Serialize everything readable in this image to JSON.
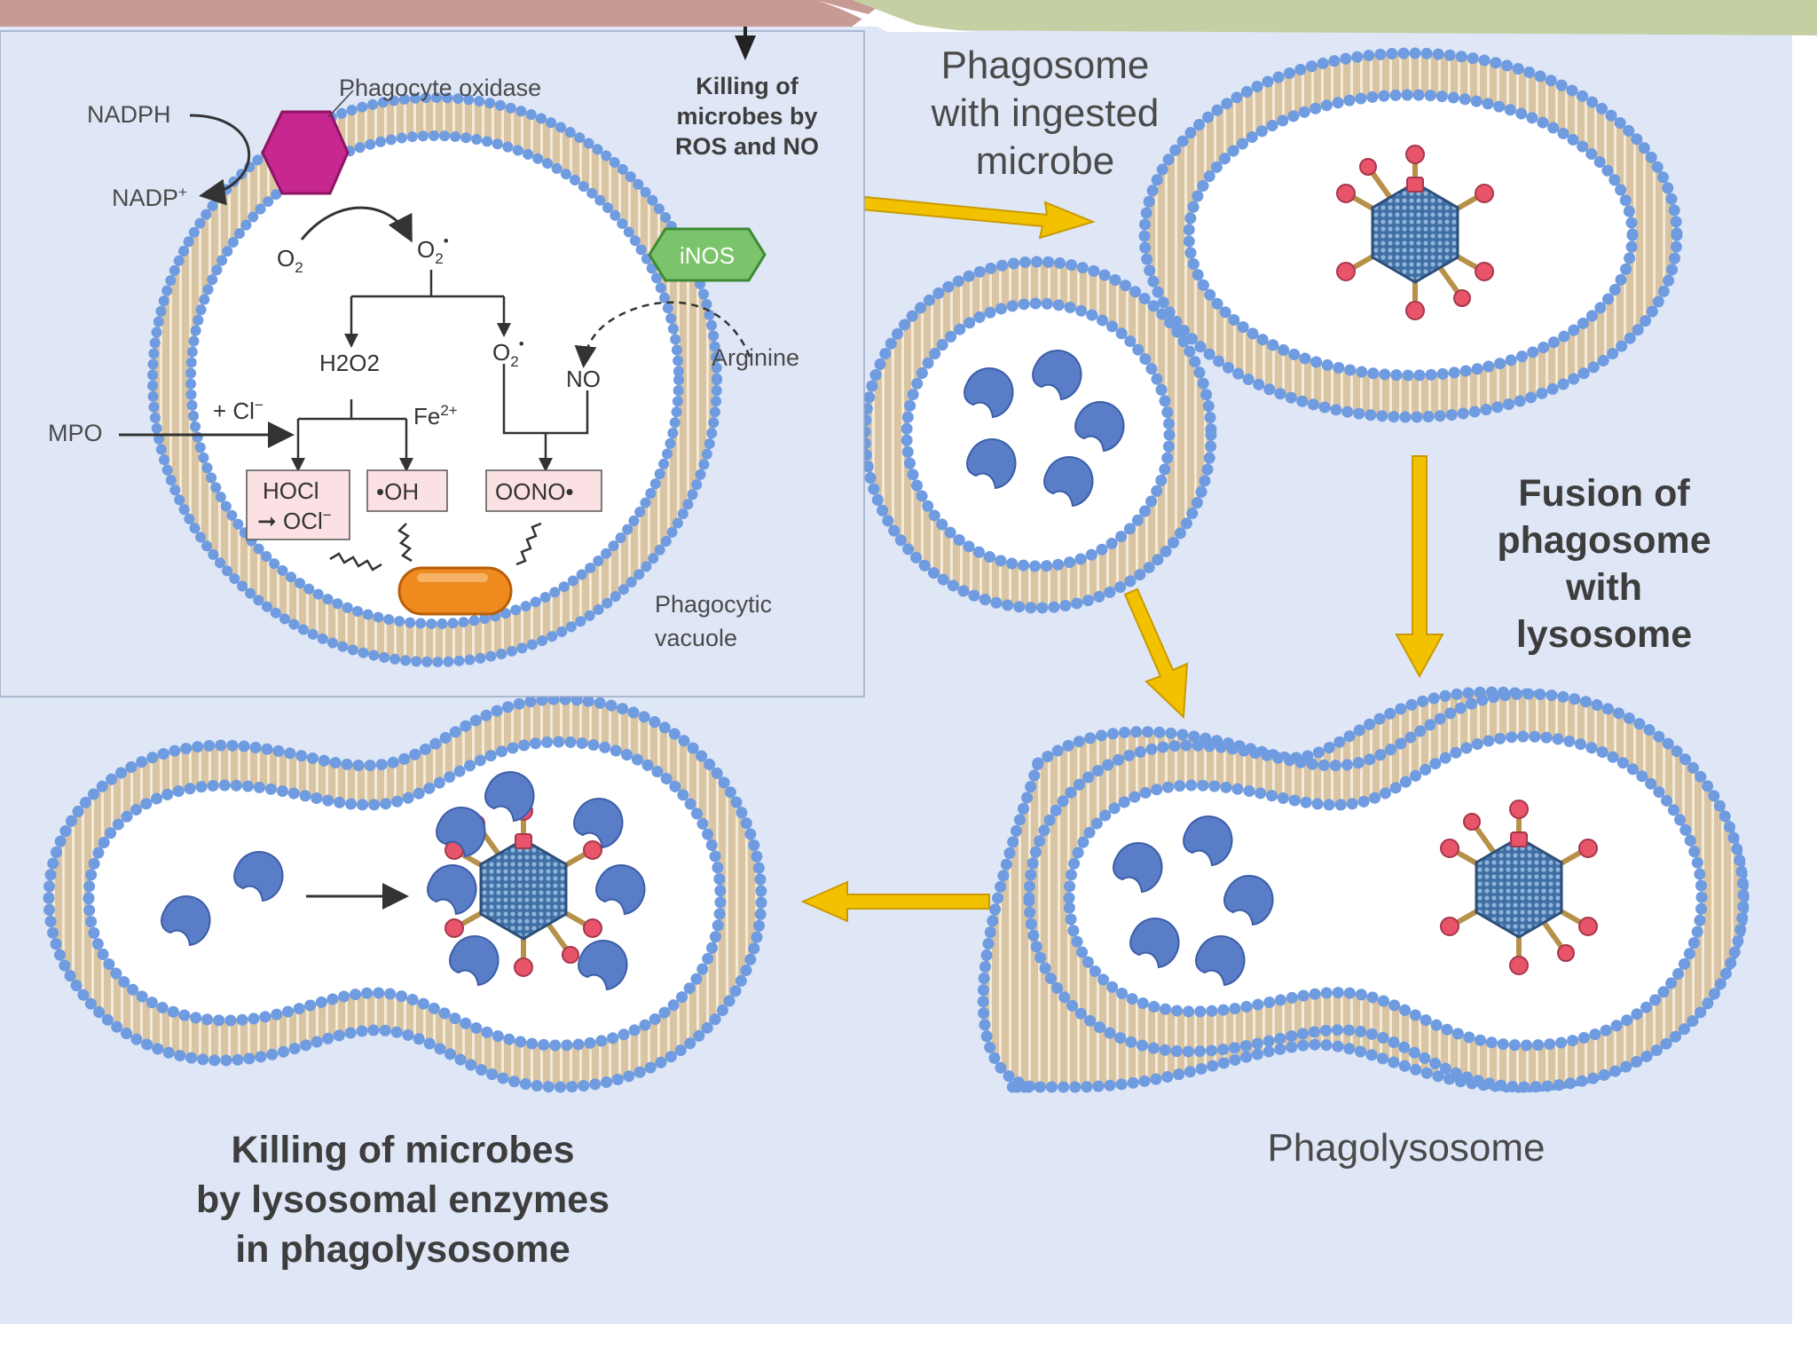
{
  "labels": {
    "phagosome": [
      "Phagosome",
      "with ingested",
      "microbe"
    ],
    "fusion": [
      "Fusion of",
      "phagosome",
      "with",
      "lysosome"
    ],
    "phagolysosome": "Phagolysosome",
    "killing_lysosomal": [
      "Killing of microbes",
      "by lysosomal enzymes",
      "in phagolysosome"
    ]
  },
  "inset": {
    "killing_ros": [
      "Killing of",
      "microbes by",
      "ROS and NO"
    ],
    "phagocyte_oxidase": "Phagocyte oxidase",
    "nadph": "NADPH",
    "nadp": "NADP",
    "nadp_sup": "+",
    "inos": "iNOS",
    "arginine": "Arginine",
    "mpo": "MPO",
    "cl": "+ Cl",
    "cl_sup": "−",
    "fe": "Fe",
    "fe_sup": "2+",
    "o2": "O",
    "o2_sub": "2",
    "o2_radical": "O",
    "o2_radical_sub": "2",
    "o2_radical_sup": "•",
    "h2o2": "H2O2",
    "no": "NO",
    "hocl": "HOCl",
    "ocl": "➞ OCl",
    "ocl_sup": "−",
    "oh": "•OH",
    "oono": "OONO•",
    "phagocytic_vacuole": [
      "Phagocytic",
      "vacuole"
    ]
  },
  "colors": {
    "background": "#dfe7f6",
    "membrane_bead": "#6f9be0",
    "membrane_tail": "#d9c5a3",
    "enzyme": "#5a7dc8",
    "arrow": "#f2c200",
    "oxidase": "#c6288f",
    "inos": "#7cc46b",
    "microbe_rod": "#ef8a1e",
    "virus_capsid": "#3f6fa3",
    "virus_spike": "#e8556b"
  }
}
